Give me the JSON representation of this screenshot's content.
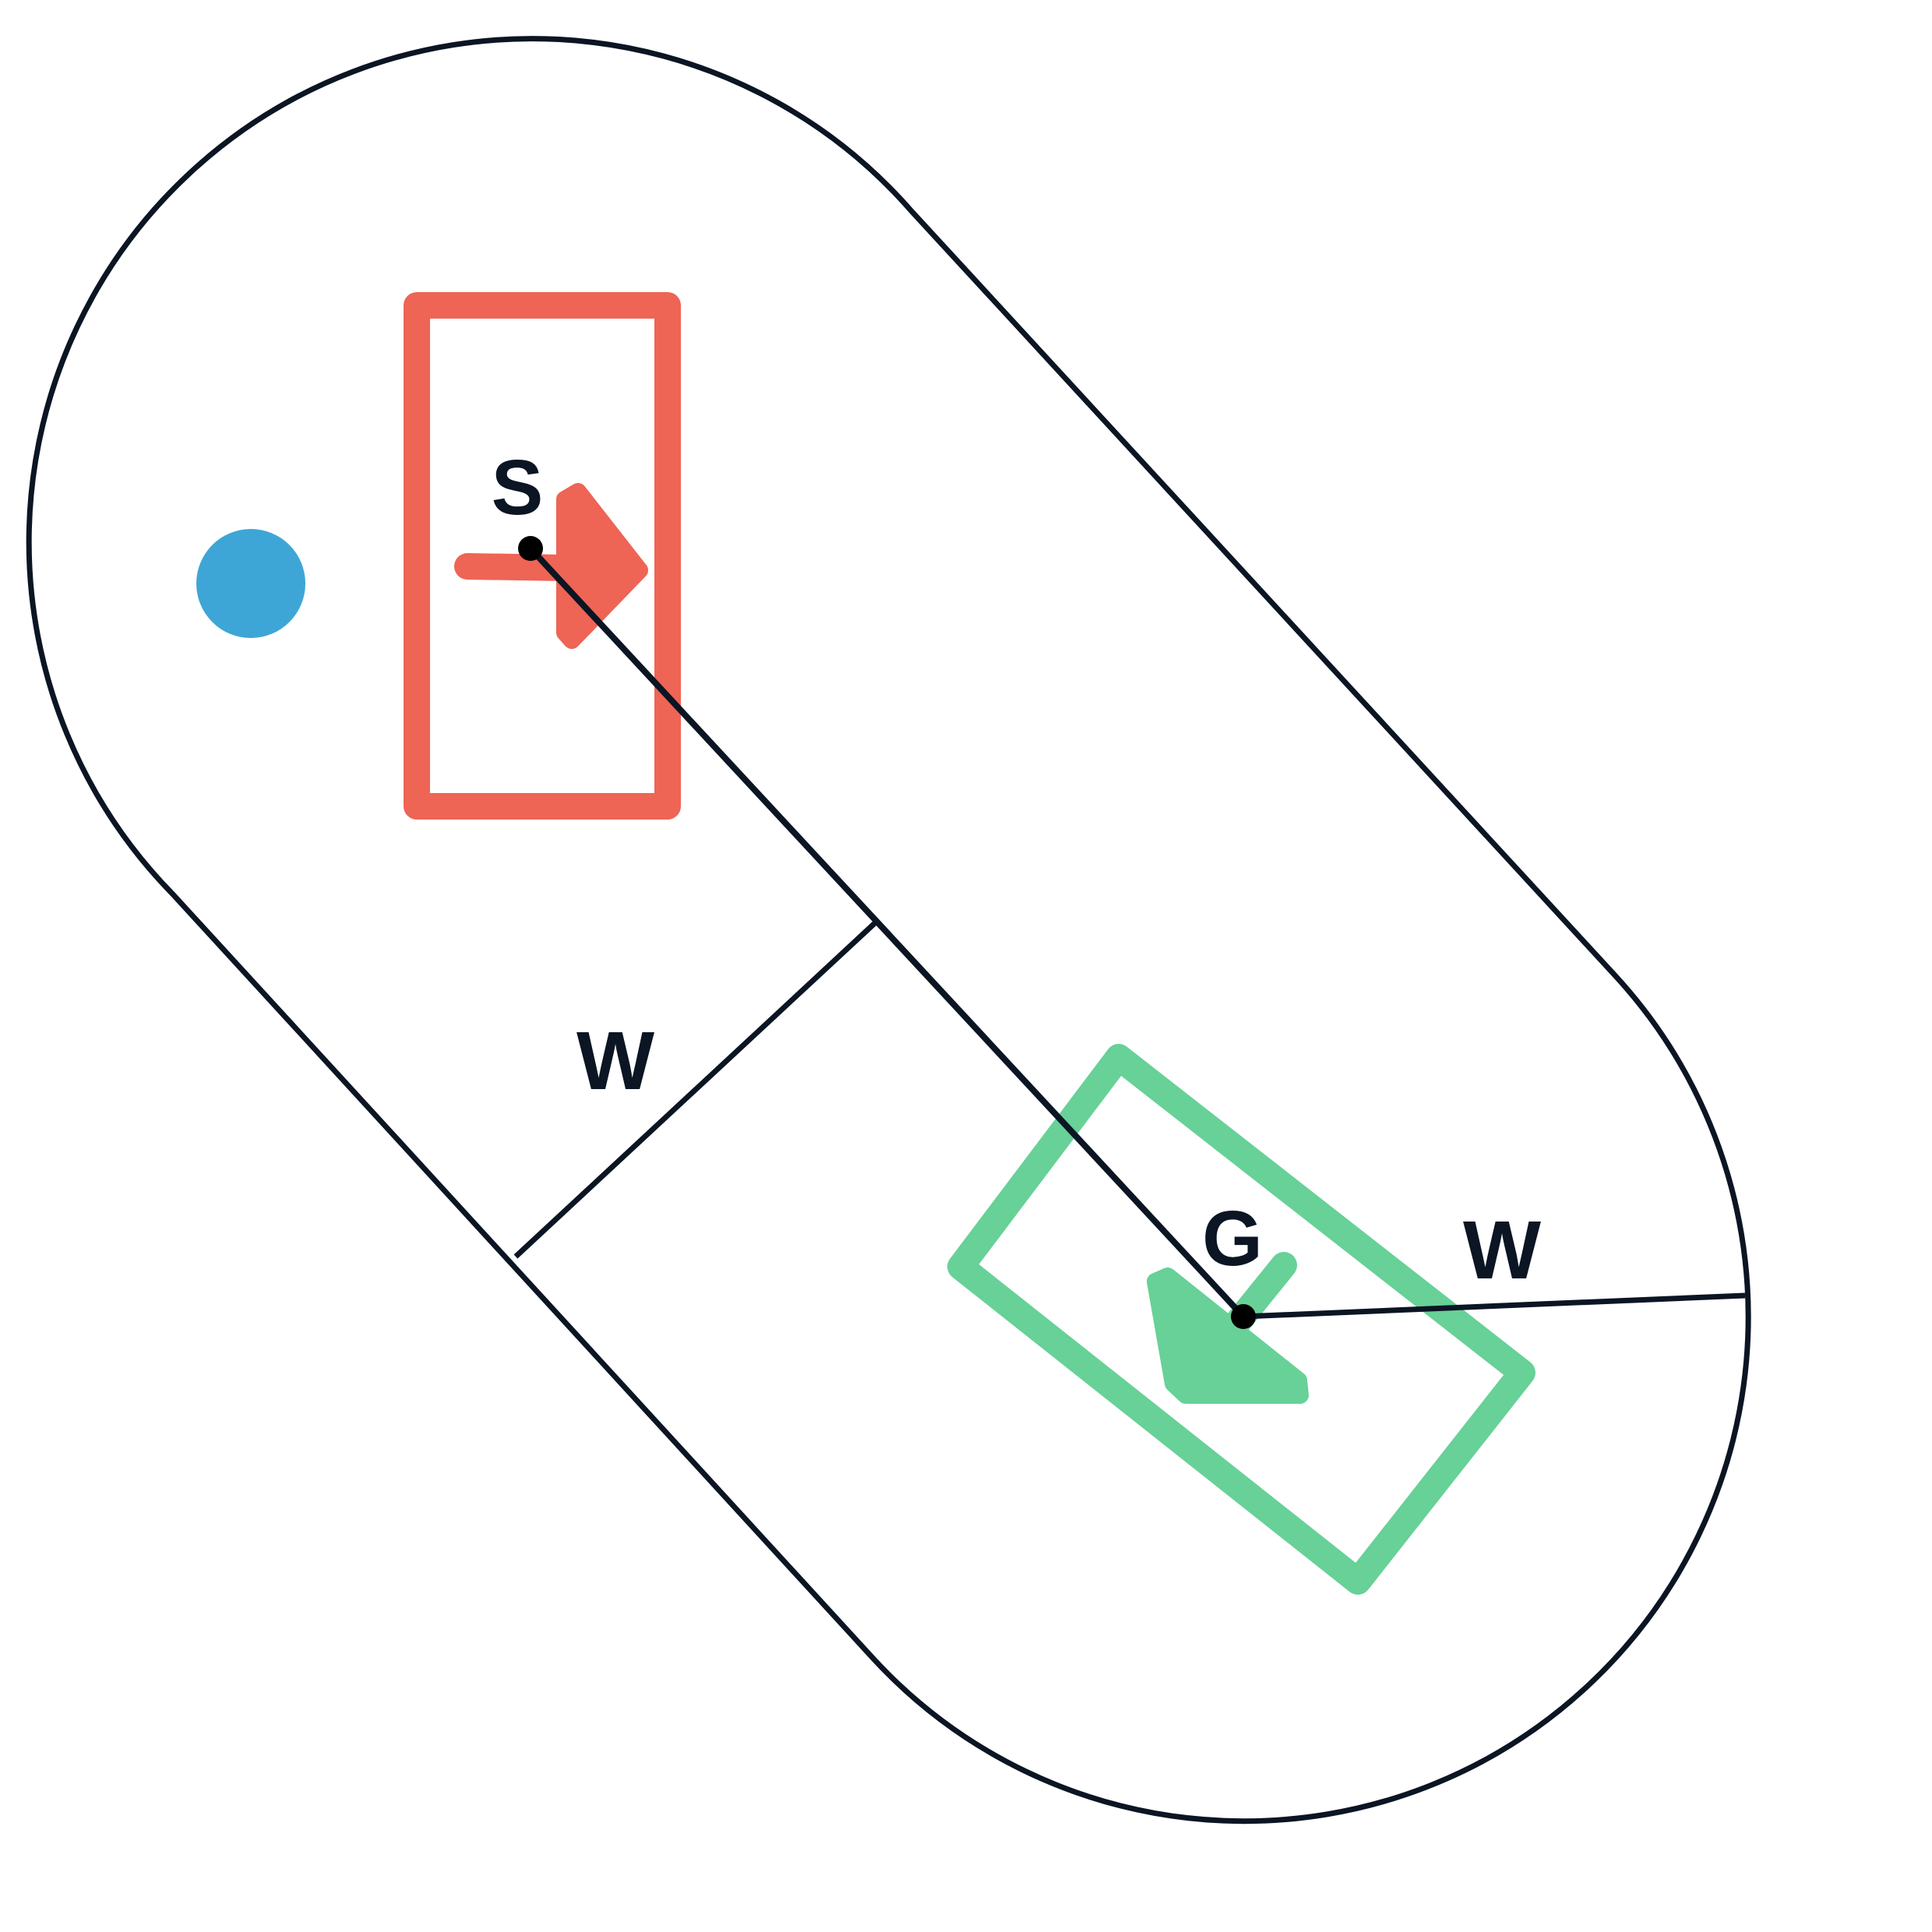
{
  "labels": {
    "start": "S",
    "goal": "G",
    "width_left": "W",
    "width_right": "W"
  },
  "colors": {
    "outline": "#0b1523",
    "start": "#ee6455",
    "goal": "#67d197",
    "obstacle": "#3ea6d6",
    "background": "#ffffff"
  }
}
